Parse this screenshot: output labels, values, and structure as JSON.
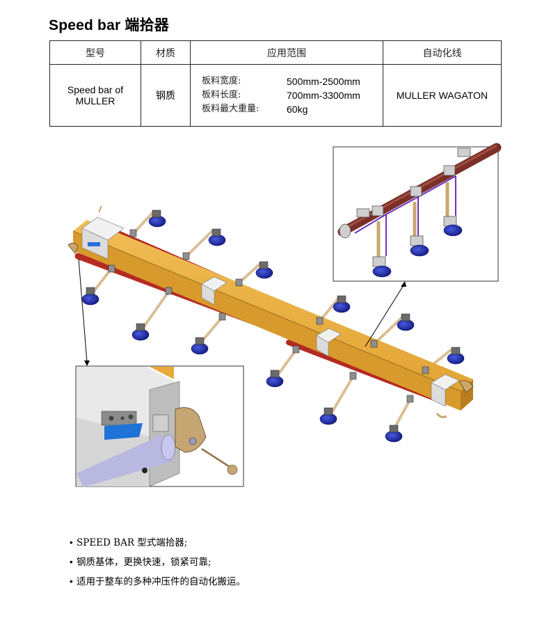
{
  "title": "Speed bar 端拾器",
  "table": {
    "headers": [
      "型号",
      "材质",
      "应用范围",
      "自动化线"
    ],
    "row": {
      "model_line1": "Speed bar of",
      "model_line2": "MULLER",
      "material": "钢质",
      "range": [
        {
          "label": "板料宽度:",
          "value": "500mm-2500mm"
        },
        {
          "label": "板料长度:",
          "value": "700mm-3300mm"
        },
        {
          "label": "板料最大重量:",
          "value": "60kg"
        }
      ],
      "line": "MULLER WAGATON"
    }
  },
  "figure": {
    "main": "speed-bar-assembly-illustration",
    "inset_top_right": "cross-bar-suction-cup-detail",
    "inset_bottom_left": "end-lock-mechanism-detail",
    "colors": {
      "beam": "#e8aa3a",
      "tube": "#b52a22",
      "cup": "#1f2fb8",
      "rod": "#d8bf96",
      "block": "#e8e8e8",
      "inset_tube": "#7a3028",
      "inset_link": "#6a2fc0"
    }
  },
  "bullets": [
    {
      "text": "SPEED BAR 型式端拾器;"
    },
    {
      "text": "钢质基体，更换快速，锁紧可靠;"
    },
    {
      "text": "适用于整车的多种冲压件的自动化搬运。"
    }
  ]
}
